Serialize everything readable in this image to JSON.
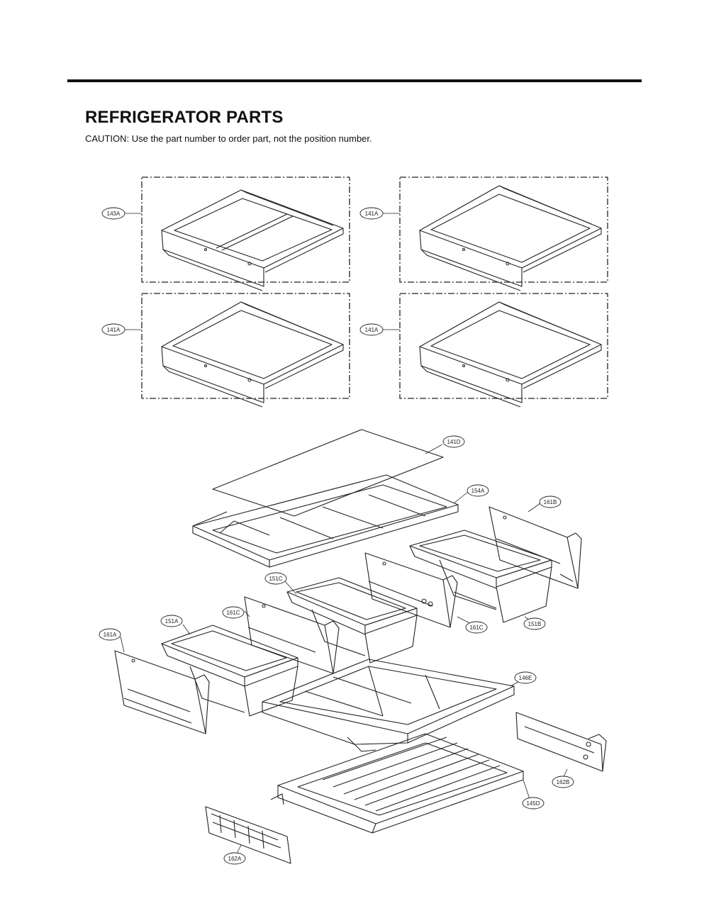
{
  "header": {
    "title": "REFRIGERATOR PARTS",
    "caution": "CAUTION: Use the part number to order part, not the position number."
  },
  "callouts": {
    "c143A": "143A",
    "c141A_1": "141A",
    "c141A_2": "141A",
    "c141A_3": "141A",
    "c141D": "141D",
    "c154A": "154A",
    "c161B": "161B",
    "c151C": "151C",
    "c161C_1": "161C",
    "c161C_2": "161C",
    "c151B": "151B",
    "c151A": "151A",
    "c161A": "161A",
    "c146E": "146E",
    "c162B": "162B",
    "c145D": "145D",
    "c162A": "162A"
  }
}
